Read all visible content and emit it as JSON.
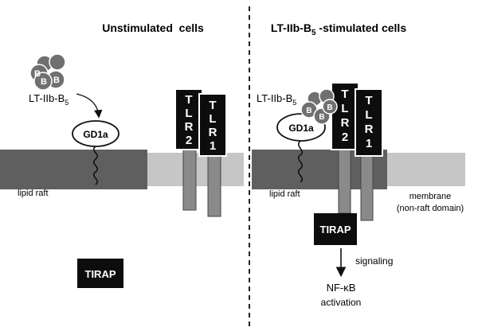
{
  "panels": {
    "left": {
      "title": "Unstimulated  cells"
    },
    "right": {
      "title_main": "LT-IIb-B",
      "title_sub": "5",
      "title_tail": " -stimulated cells"
    }
  },
  "toxin": {
    "label_main": "LT-IIb-B",
    "label_sub": "5",
    "subunit_letter": "B"
  },
  "ganglioside": {
    "label": "GD1a"
  },
  "receptors": {
    "tlr2": [
      "T",
      "L",
      "R",
      "2"
    ],
    "tlr1": [
      "T",
      "L",
      "R",
      "1"
    ]
  },
  "adaptor": {
    "label": "TIRAP"
  },
  "membrane": {
    "raft_label": "lipid raft",
    "nonraft_line1": "membrane",
    "nonraft_line2": "(non-raft domain)"
  },
  "signaling": {
    "label": "signaling",
    "nfkb_line1": "NF-κB",
    "nfkb_line2": "activation"
  },
  "colors": {
    "raft": "#5f5f5f",
    "nonraft": "#c6c6c6",
    "receptor_box": "#0d0d0d",
    "stalk": "#8a8a8a",
    "toxin_subunit": "#707070"
  }
}
